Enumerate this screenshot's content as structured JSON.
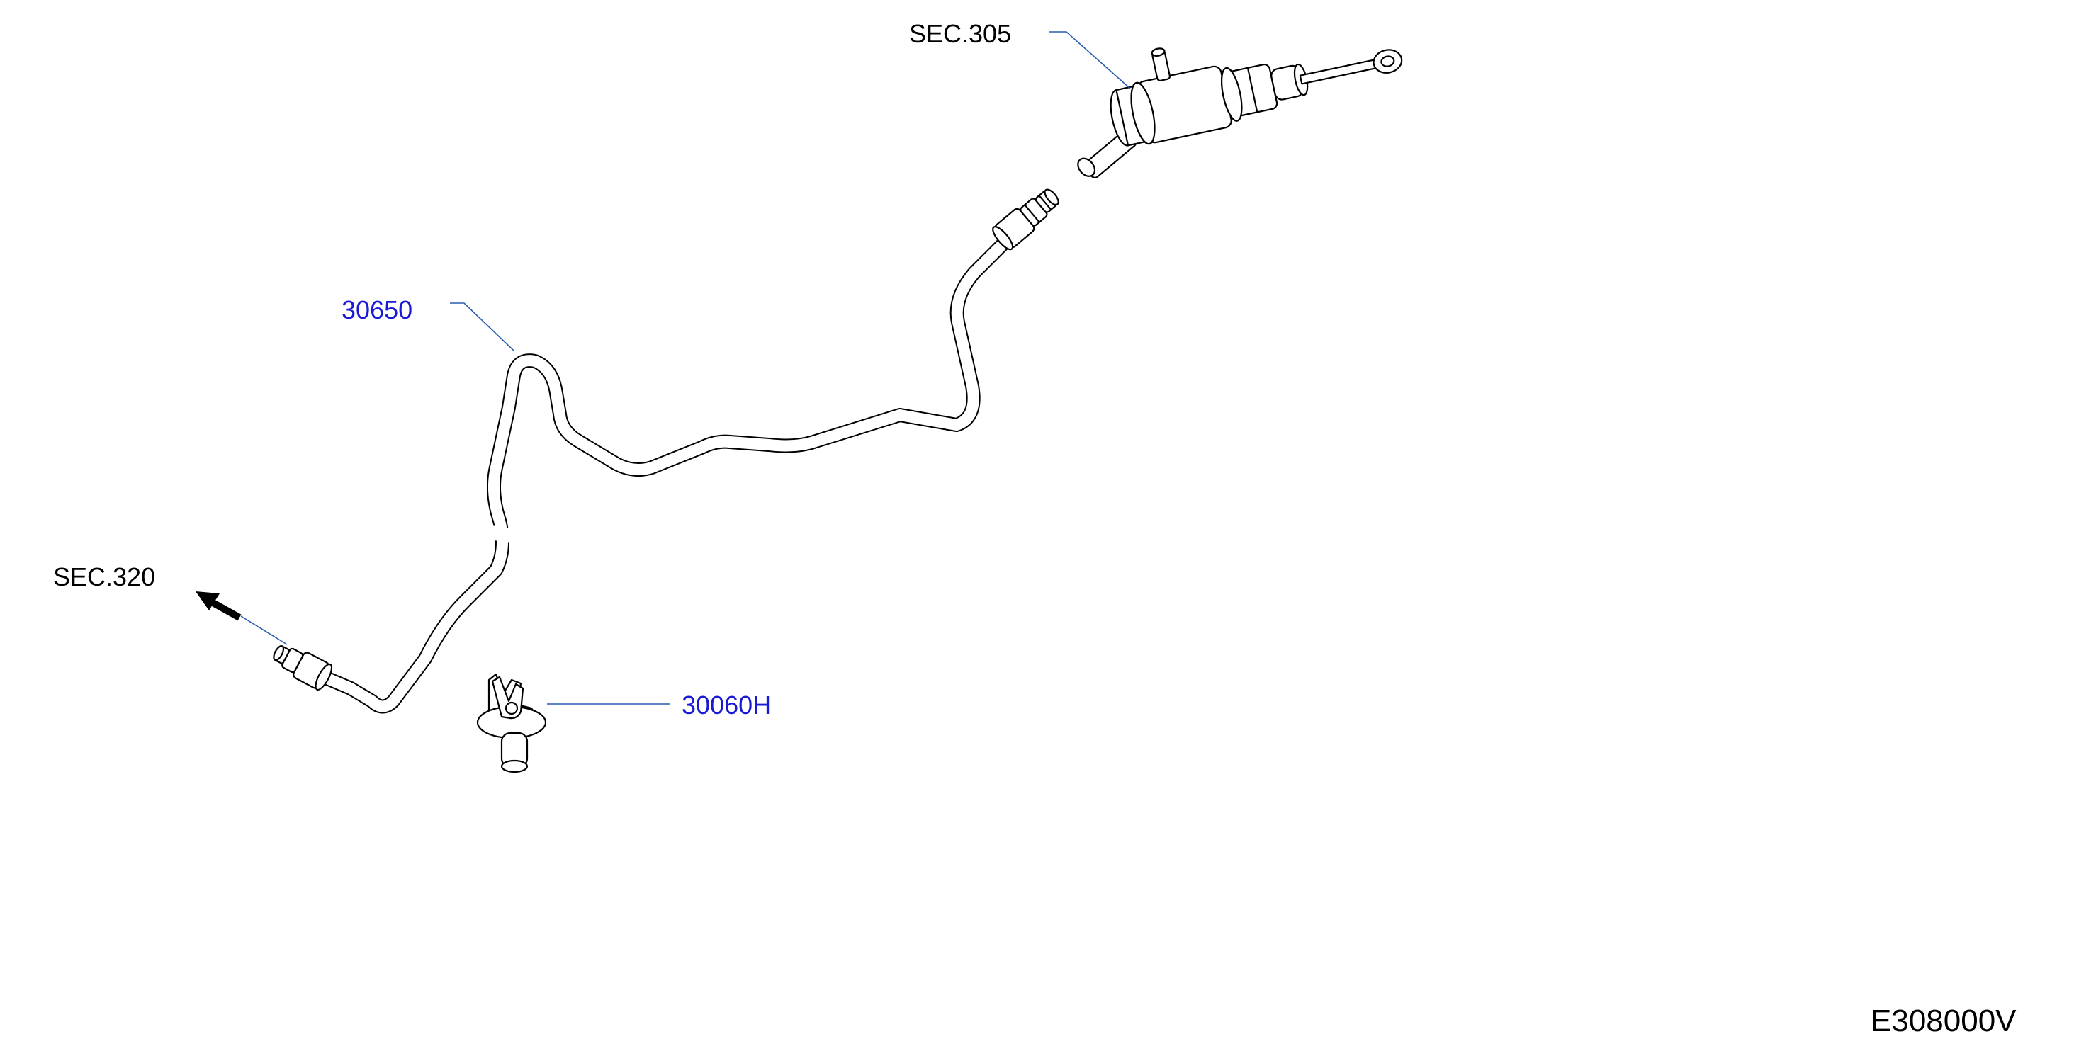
{
  "labels": {
    "sec_305": "SEC.305",
    "sec_320": "SEC.320",
    "part_30650": "30650",
    "part_30060h": "30060H",
    "diagram_code": "E308000V"
  },
  "colors": {
    "part_number": "#1a1ad6",
    "section_ref": "#000000",
    "leader_line": "#2a5db0",
    "outline": "#000000"
  }
}
